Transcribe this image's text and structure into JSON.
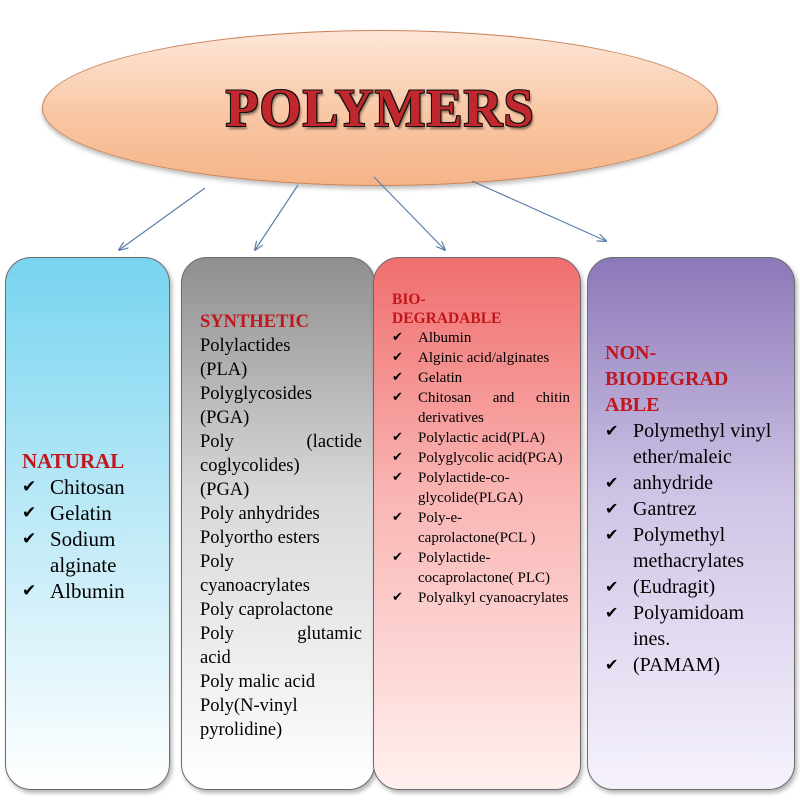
{
  "title": "POLYMERS",
  "colors": {
    "title_red": "#c0282d",
    "heading_red": "#c0161c",
    "ellipse_fill": "#f9c7a4",
    "natural_box": "#77d4f0",
    "synthetic_box": "#8f8f8f",
    "bio_box": "#f06e6e",
    "non_bio_box": "#8b78b8",
    "arrow": "#5d7fa8"
  },
  "icons": {
    "bullet": "check-mark-icon",
    "connector": "arrow-icon"
  },
  "natural": {
    "heading": "NATURAL",
    "items": [
      "Chitosan",
      "Gelatin",
      "Sodium alginate",
      "Albumin"
    ]
  },
  "synthetic": {
    "heading": "SYNTHETIC",
    "lines": [
      "Polylactides",
      "(PLA)",
      "Polyglycosides",
      "(PGA)",
      "Poly (lactide",
      "coglycolides)",
      "(PGA)",
      "Poly anhydrides",
      "Polyortho esters",
      "Poly",
      "cyanoacrylates",
      "Poly caprolactone",
      "Poly glutamic",
      "acid",
      "Poly malic acid",
      "Poly(N-vinyl",
      "pyrolidine)"
    ]
  },
  "biodegradable": {
    "heading_line1": "BIO-",
    "heading_line2": "DEGRADABLE",
    "items": [
      "Albumin",
      "Alginic acid/alginates",
      "Gelatin",
      "Chitosan and chitin derivatives",
      "Polylactic acid(PLA)",
      "Polyglycolic acid(PGA)",
      "Polylactide-co-glycolide(PLGA)",
      "Poly-e-caprolactone(PCL )",
      "Polylactide-cocaprolactone( PLC)",
      "Polyalkyl cyanoacrylates"
    ]
  },
  "non_biodegradable": {
    "heading_line1": "NON-",
    "heading_line2": "BIODEGRAD",
    "heading_line3": "ABLE",
    "items": [
      "Polymethyl vinyl ether/maleic",
      "anhydride",
      "Gantrez",
      "Polymethyl methacrylates",
      "(Eudragit)",
      "Polyamidoam ines.",
      "(PAMAM)"
    ]
  }
}
